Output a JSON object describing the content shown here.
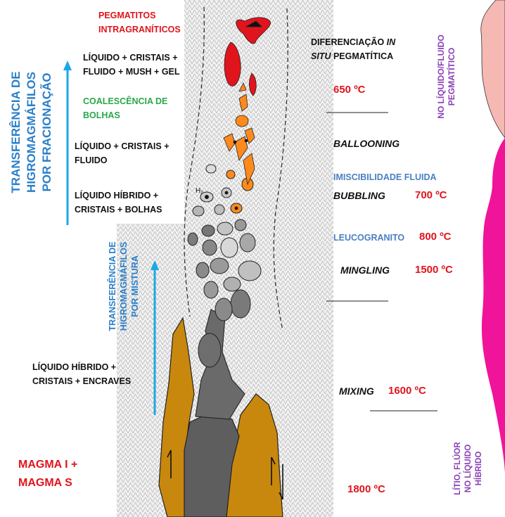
{
  "left_labels": {
    "pegmatitos": [
      "PEGMATITOS",
      "INTRAGRANÍTICOS"
    ],
    "liquido_mush": [
      "LÍQUIDO + CRISTAIS +",
      "FLUIDO + MUSH + GEL"
    ],
    "coalescencia": [
      "COALESCÊNCIA DE",
      "BOLHAS"
    ],
    "liquido_fluido": [
      "LÍQUIDO + CRISTAIS +",
      "FLUIDO"
    ],
    "liquido_bolhas": [
      "LÍQUIDO HÍBRIDO +",
      "CRISTAIS + BOLHAS"
    ],
    "liquido_encraves": [
      "LÍQUIDO HÍBRIDO +",
      "CRISTAIS + ENCRAVES"
    ],
    "magma": [
      "MAGMA I +",
      "MAGMA S"
    ]
  },
  "right_labels": {
    "diferenciacao_1": "DIFERENCIAÇÃO",
    "diferenciacao_in": "IN",
    "diferenciacao_situ": "SITU",
    "diferenciacao_2": "PEGMATÍTICA",
    "ballooning": "BALLOONING",
    "imiscibilidade": "IMISCIBILIDADE FLUIDA",
    "bubbling": "BUBBLING",
    "leucogranito": "LEUCOGRANITO",
    "mingling": "MINGLING",
    "mixing": "MIXING"
  },
  "temperatures": {
    "t650": "650 ºC",
    "t700": "700 ºC",
    "t800": "800 ºC",
    "t1500": "1500 ºC",
    "t1600": "1600 ºC",
    "t1800": "1800 ºC"
  },
  "rotated_labels": {
    "fracionacao": [
      "TRANSFERÊNCIA DE",
      "HIGROMAGMÁFILOS",
      "POR FRACIONAÇÃO"
    ],
    "mistura": [
      "TRANSFERÊNCIA DE",
      "HIGROMAGMÁFILOS",
      "POR MISTURA"
    ],
    "no_liquido_fluido": [
      "NO LÍQUIDO/FLUIDO",
      "PEGMATÍTICO"
    ],
    "litio_fluor": [
      "LÍTIO, FLÚOR",
      "NO LÍQUIDO",
      "HÍBRIDO"
    ]
  },
  "small_label": "H₂",
  "colors": {
    "red": "#e0141c",
    "orange": "#ff8a1c",
    "blue_arrow": "#1aa7e8",
    "dark_blue_text": "#2a7fc9",
    "brown": "#c8880e",
    "dark_gray": "#5e5e5e",
    "magenta": "#f0149a",
    "pink": "#f5b8b3"
  }
}
